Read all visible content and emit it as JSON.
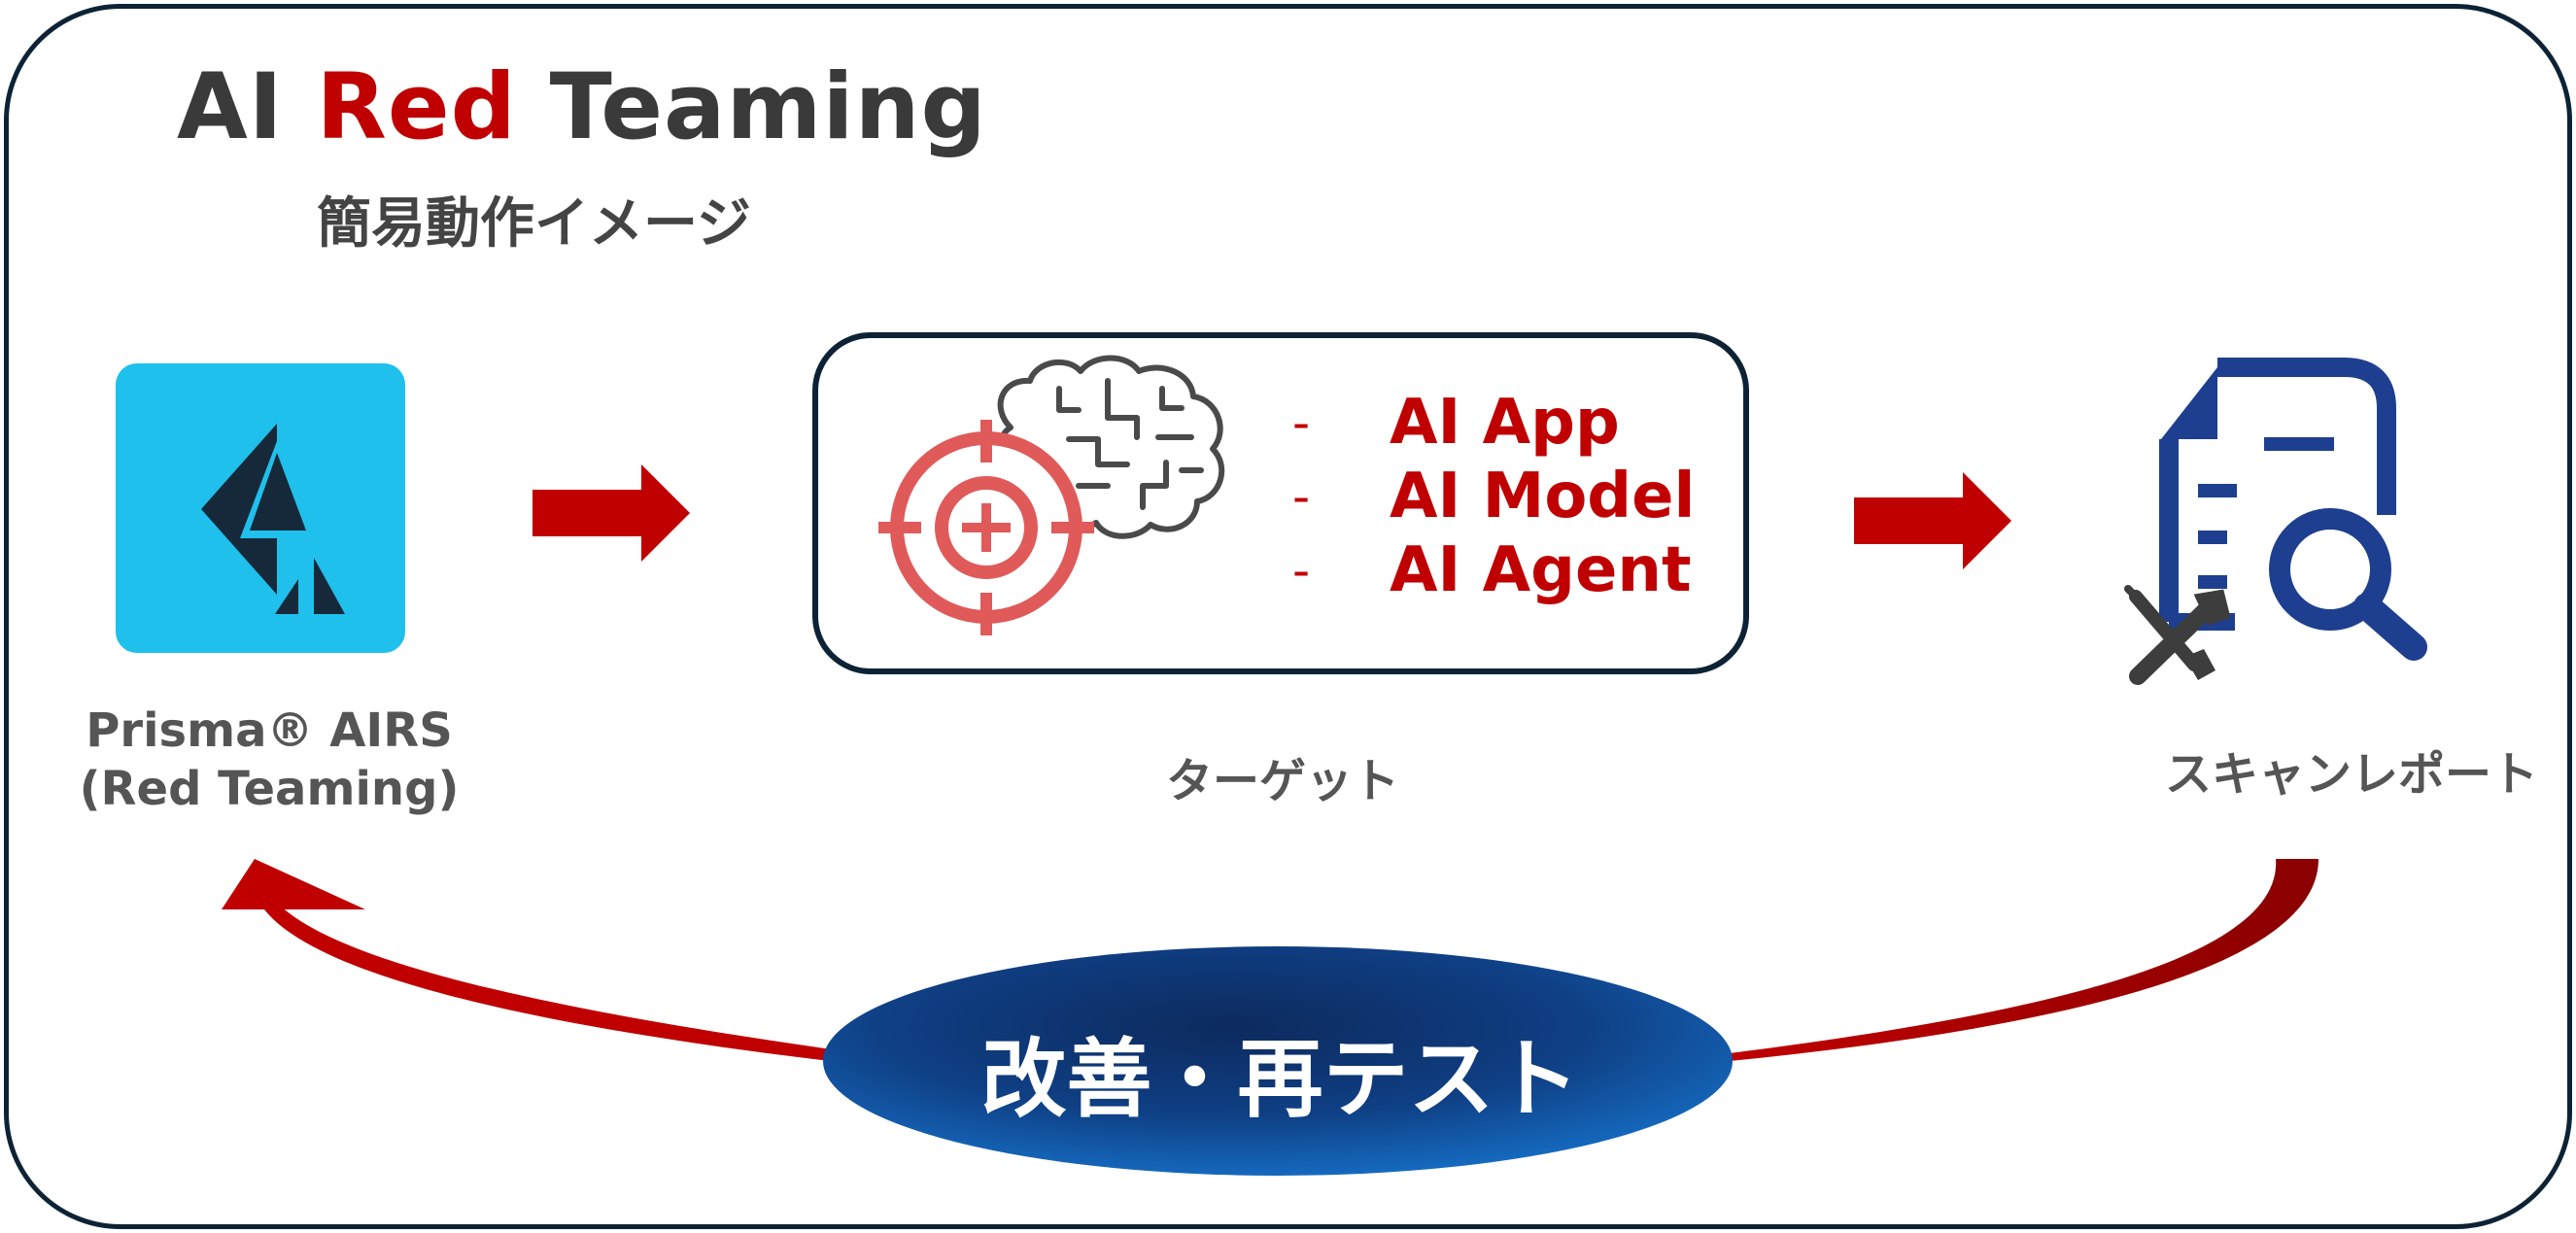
{
  "title": {
    "prefix": "AI",
    "highlight": "Red",
    "suffix": "Teaming"
  },
  "subtitle": "簡易動作イメージ",
  "prisma": {
    "line1": "Prisma® AIRS",
    "line2": "(Red Teaming)"
  },
  "target": {
    "label": "ターゲット",
    "items": [
      {
        "dash": "-",
        "text": "AI App"
      },
      {
        "dash": "-",
        "text": "AI Model"
      },
      {
        "dash": "-",
        "text": "AI Agent"
      }
    ]
  },
  "report": {
    "label": "スキャンレポート"
  },
  "loop": {
    "label": "改善・再テスト"
  },
  "colors": {
    "accent_red": "#c00000",
    "frame": "#0d2335",
    "prisma_bg": "#1fc0ec",
    "report_blue": "#1e3f8f",
    "target_red": "#e05a5a"
  },
  "icons": [
    "prisma-airs-logo",
    "brain-icon",
    "crosshair-target-icon",
    "document-search-icon",
    "wrench-screwdriver-icon",
    "arrow-right-icon",
    "curved-return-arrow"
  ]
}
